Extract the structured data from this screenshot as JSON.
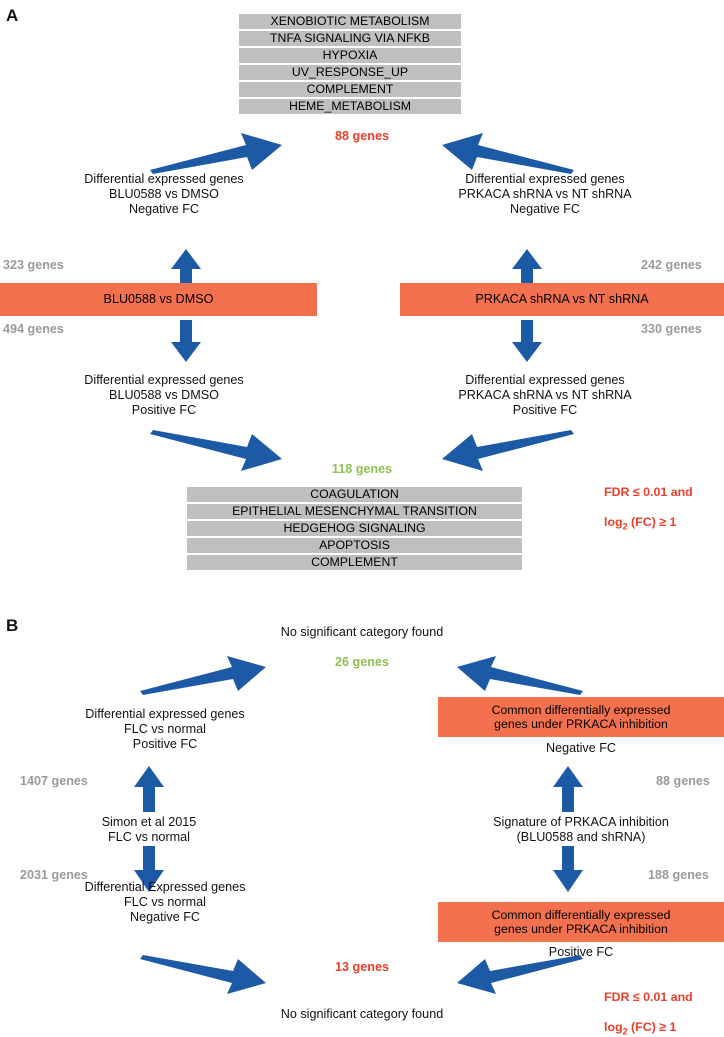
{
  "figure": {
    "panels": [
      {
        "letter": "A",
        "top_genesets": [
          "XENOBIOTIC METABOLISM",
          "TNFA SIGNALING VIA NFKB",
          "HYPOXIA",
          "UV_RESPONSE_UP",
          "COMPLEMENT",
          "HEME_METABOLISM"
        ],
        "top_count": "88 genes",
        "left_top_label": "Differential expressed genes\nBLU0588 vs DMSO\nNegative FC",
        "right_top_label": "Differential expressed genes\nPRKACA shRNA vs NT shRNA\nNegative FC",
        "left_up_count": "323 genes",
        "left_down_count": "494 genes",
        "right_up_count": "242 genes",
        "right_down_count": "330 genes",
        "left_bar": "BLU0588 vs DMSO",
        "right_bar": "PRKACA shRNA vs NT shRNA",
        "left_bottom_label": "Differential expressed genes\nBLU0588 vs DMSO\nPositive FC",
        "right_bottom_label": "Differential expressed genes\nPRKACA shRNA vs NT shRNA\nPositive FC",
        "bottom_count": "118 genes",
        "bottom_genesets": [
          "COAGULATION",
          "EPITHELIAL MESENCHYMAL TRANSITION",
          "HEDGEHOG SIGNALING",
          "APOPTOSIS",
          "COMPLEMENT"
        ],
        "fdr_note": "FDR ≤ 0.01 and\nlog2 (FC) ≥ 1",
        "fdr_line1": "FDR ≤ 0.01 and",
        "fdr_log": "log",
        "fdr_sub": "2",
        "fdr_rest": " (FC) ≥ 1"
      },
      {
        "letter": "B",
        "top_no_category": "No significant category found",
        "top_count": "26 genes",
        "left_top_label": "Differential expressed genes\nFLC vs normal\nPositive FC",
        "left_up_count": "1407 genes",
        "left_down_count": "2031 genes",
        "left_center_label": "Simon et al 2015\nFLC vs normal",
        "left_bottom_label": "Differential Expressed genes\nFLC vs normal\nNegative FC",
        "right_top_bar": "Common differentially expressed\ngenes under PRKACA inhibition",
        "right_top_bar_caption": "Negative FC",
        "right_center_label": "Signature of PRKACA inhibition\n(BLU0588 and shRNA)",
        "right_up_count": "88 genes",
        "right_down_count": "188 genes",
        "right_bottom_bar": "Common differentially expressed\ngenes under PRKACA inhibition",
        "right_bottom_bar_caption": "Positive FC",
        "bottom_count": "13 genes",
        "bottom_no_category": "No significant category found",
        "fdr_line1": "FDR ≤ 0.01 and",
        "fdr_log": "log",
        "fdr_sub": "2",
        "fdr_rest": " (FC) ≥ 1"
      }
    ],
    "colors": {
      "geneset_bar": "#bfbfbf",
      "comparison_bar": "#f4714f",
      "arrow_blue": "#1d5aa5",
      "count_gray": "#9a9a9a",
      "count_red": "#e8402a",
      "count_green": "#8cc152",
      "text": "#111111",
      "background": "#ffffff"
    }
  }
}
